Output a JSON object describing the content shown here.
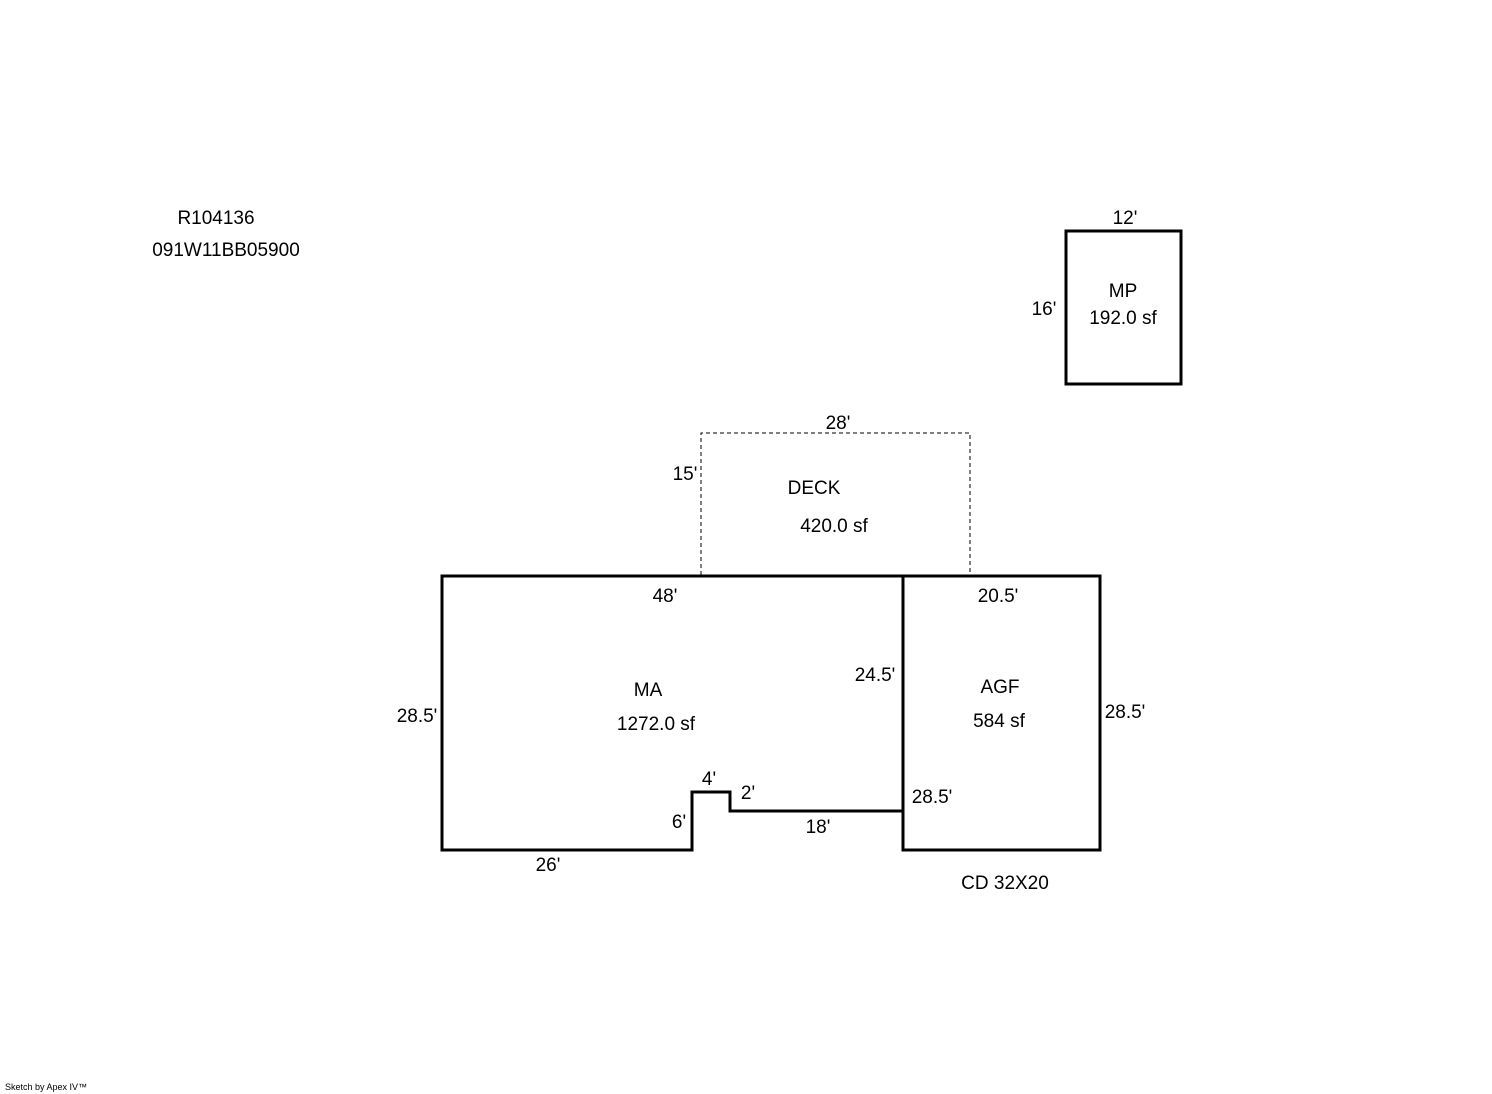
{
  "parcel": {
    "account": "R104136",
    "map_number": "091W11BB05900"
  },
  "areas": {
    "mp": {
      "code": "MP",
      "area": "192.0 sf",
      "top": "12'",
      "left": "16'"
    },
    "deck": {
      "code": "DECK",
      "area": "420.0 sf",
      "top": "28'",
      "left": "15'"
    },
    "ma": {
      "code": "MA",
      "area": "1272.0 sf",
      "top": "48'",
      "left": "28.5'",
      "right": "24.5'",
      "bottom": "26'",
      "notch_left": "6'",
      "notch_top": "4'",
      "notch_right": "2'",
      "inner_bottom": "18'"
    },
    "agf": {
      "code": "AGF",
      "area": "584 sf",
      "top": "20.5'",
      "right": "28.5'",
      "inner_left": "28.5'"
    }
  },
  "notes": {
    "carport": "CD 32X20"
  },
  "footer": {
    "credit": "Sketch by Apex IV™"
  },
  "colors": {
    "line": "#000000",
    "background": "#ffffff"
  }
}
